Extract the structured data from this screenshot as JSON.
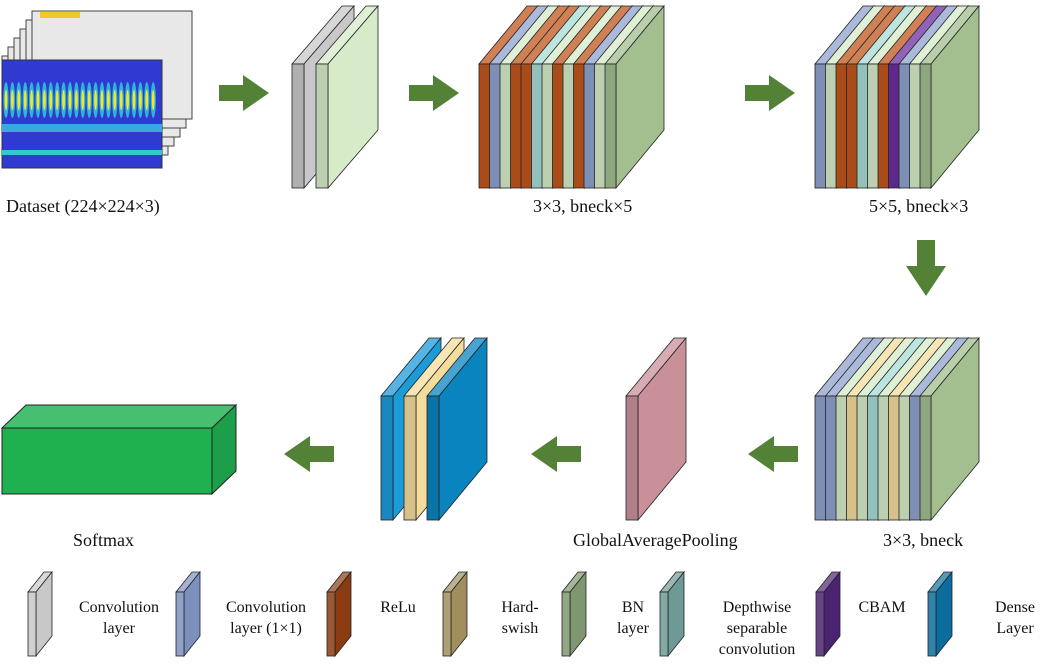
{
  "colors": {
    "conv": "#c8c8c8",
    "conv1x1": "#8fa3cf",
    "relu": "#c0561c",
    "hswish": "#f3dc9c",
    "bn": "#a3be8f",
    "bn_light": "#d6ebc8",
    "dwconv": "#a7dcd6",
    "cbam": "#6b2fa0",
    "dense": "#1c9bd9",
    "dense_dark": "#0a84bf",
    "pool": "#c9909a",
    "softmax": "#1fb150",
    "arrow": "#538135"
  },
  "labels": {
    "dataset": "Dataset (224×224×3)",
    "block1": "3×3, bneck×5",
    "block2": "5×5, bneck×3",
    "block3": "3×3, bneck",
    "pooling": "GlobalAveragePooling",
    "softmax": "Softmax"
  },
  "legend": [
    {
      "key": "conv",
      "lines": [
        "Convolution",
        "layer"
      ],
      "color": "#c8c8c8",
      "icon": "gray-layer-icon"
    },
    {
      "key": "conv1x1",
      "lines": [
        "Convolution",
        "layer (1×1)"
      ],
      "color": "#7d8fbd",
      "icon": "blue-layer-icon"
    },
    {
      "key": "relu",
      "lines": [
        "ReLu"
      ],
      "color": "#8a3b10",
      "icon": "brown-layer-icon"
    },
    {
      "key": "hswish",
      "lines": [
        "Hard-",
        "swish"
      ],
      "color": "#a08f5c",
      "icon": "tan-layer-icon"
    },
    {
      "key": "bn",
      "lines": [
        "BN",
        "layer"
      ],
      "color": "#7f9770",
      "icon": "green-layer-icon"
    },
    {
      "key": "dwconv",
      "lines": [
        "Depthwise",
        "separable",
        "convolution"
      ],
      "color": "#6d9a94",
      "icon": "teal-layer-icon"
    },
    {
      "key": "cbam",
      "lines": [
        "CBAM"
      ],
      "color": "#4a2470",
      "icon": "purple-layer-icon"
    },
    {
      "key": "dense",
      "lines": [
        "Dense",
        "Layer"
      ],
      "color": "#0b6d9e",
      "icon": "dense-layer-icon"
    }
  ]
}
